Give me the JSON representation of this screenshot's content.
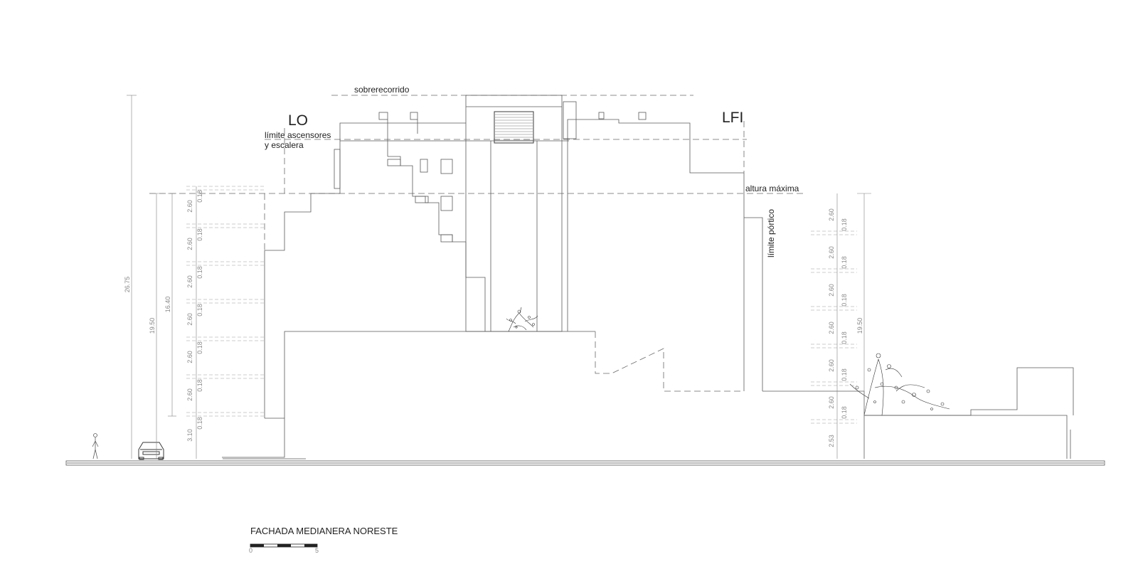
{
  "title": "FACHADA MEDIANERA NORESTE",
  "labels": {
    "sobrerecorrido": "sobrerecorrido",
    "lo": "LO",
    "limite_ascensores_l1": "límite ascensores",
    "limite_ascensores_l2": "y escalera",
    "lfi": "LFI",
    "altura_maxima": "altura máxima",
    "limite_portico": "límite pórtico"
  },
  "dimensions": {
    "total_height": "26.75",
    "height_left": "19.50",
    "height_middle": "16.40",
    "height_right": "19.50",
    "left_floor_heights": [
      "2.60",
      "2.60",
      "2.60",
      "2.60",
      "2.60",
      "2.60",
      "3.10"
    ],
    "left_slab": "0.18",
    "right_floor_heights": [
      "2.60",
      "2.60",
      "2.60",
      "2.60",
      "2.60",
      "2.60",
      "2.53"
    ],
    "right_slab": "0.18"
  },
  "scale_bar": {
    "start": "0",
    "end": "5"
  }
}
